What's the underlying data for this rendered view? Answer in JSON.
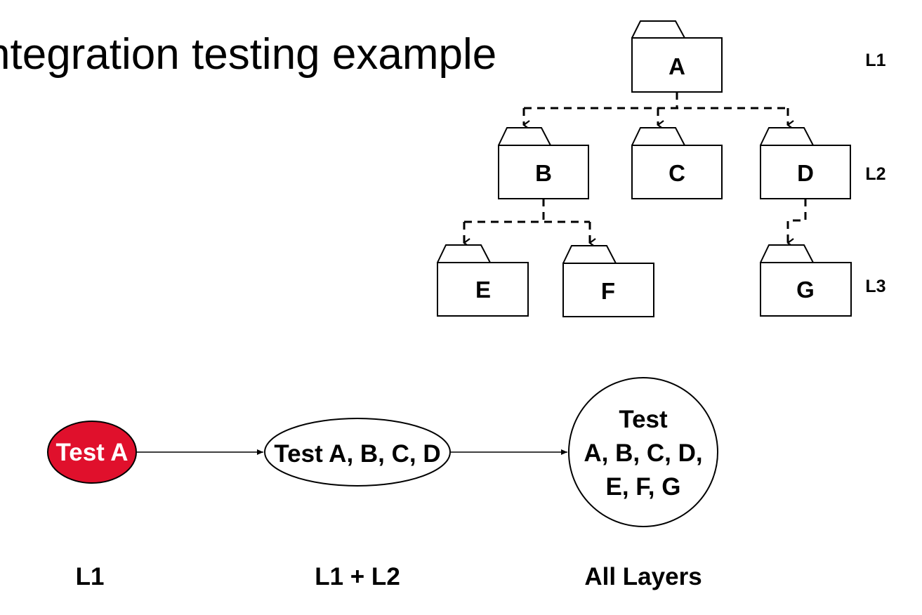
{
  "slide": {
    "title": "ntegration testing example"
  },
  "modules": [
    {
      "id": "A",
      "label": "A"
    },
    {
      "id": "B",
      "label": "B"
    },
    {
      "id": "C",
      "label": "C"
    },
    {
      "id": "D",
      "label": "D"
    },
    {
      "id": "E",
      "label": "E"
    },
    {
      "id": "F",
      "label": "F"
    },
    {
      "id": "G",
      "label": "G"
    }
  ],
  "levels": [
    "L1",
    "L2",
    "L3"
  ],
  "flow": {
    "step1": {
      "text": "Test A",
      "caption": "L1",
      "fill": "#e0102c"
    },
    "step2": {
      "text": "Test A, B, C, D",
      "caption": "L1 + L2"
    },
    "step3": {
      "lines": [
        "Test",
        "A, B, C, D,",
        "E, F, G"
      ],
      "caption": "All Layers"
    }
  }
}
